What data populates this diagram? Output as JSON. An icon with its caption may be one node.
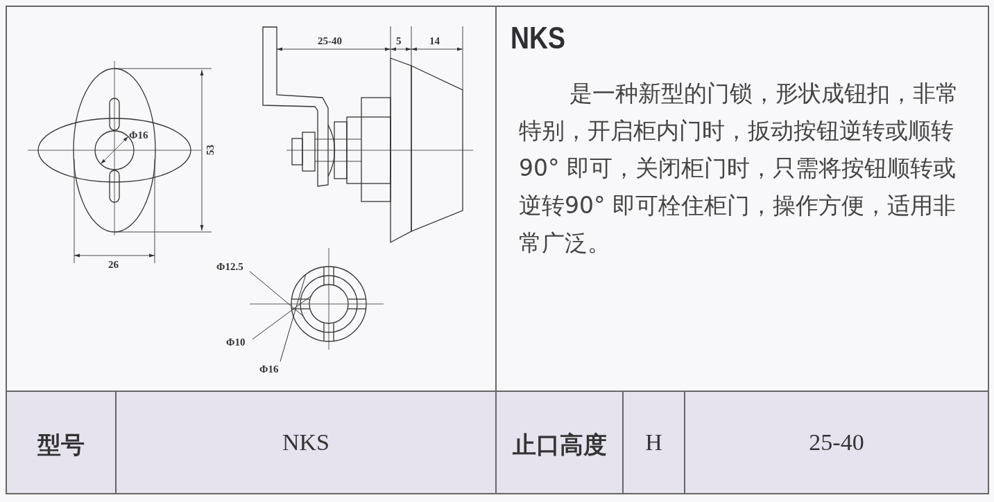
{
  "diagram": {
    "title": "NKS",
    "nodes": [
      {
        "text": [
          "Φ12.5"
        ]
      },
      {
        "text": [
          "Φ10"
        ]
      },
      {
        "text": [
          "Φ16"
        ]
      },
      {
        "text": [],
        "shape": "circle"
      },
      {
        "text": [],
        "shape": "circle",
        "in": 3
      },
      {
        "text": [],
        "shape": "circle",
        "in": 4
      }
    ],
    "edges": [
      {
        "from": 0,
        "to": 4,
        "arrow": "none"
      },
      {
        "from": 1,
        "to": 5,
        "arrow": "none"
      },
      {
        "from": 2,
        "to": 3,
        "arrow": "none"
      }
    ],
    "labels": [
      "25-40",
      "5",
      "14",
      "Φ16",
      "53",
      "26",
      "是一种新型的门锁，形状成钮扣，非常特别，开启柜内门时，扳动按钮逆转或顺转90° 即可，关闭柜门时，只需将按钮顺转或逆转90° 即可栓住柜门，操作方便，适用非常广泛。",
      "型号",
      "NKS",
      "止口高度",
      "H",
      "25-40"
    ]
  }
}
